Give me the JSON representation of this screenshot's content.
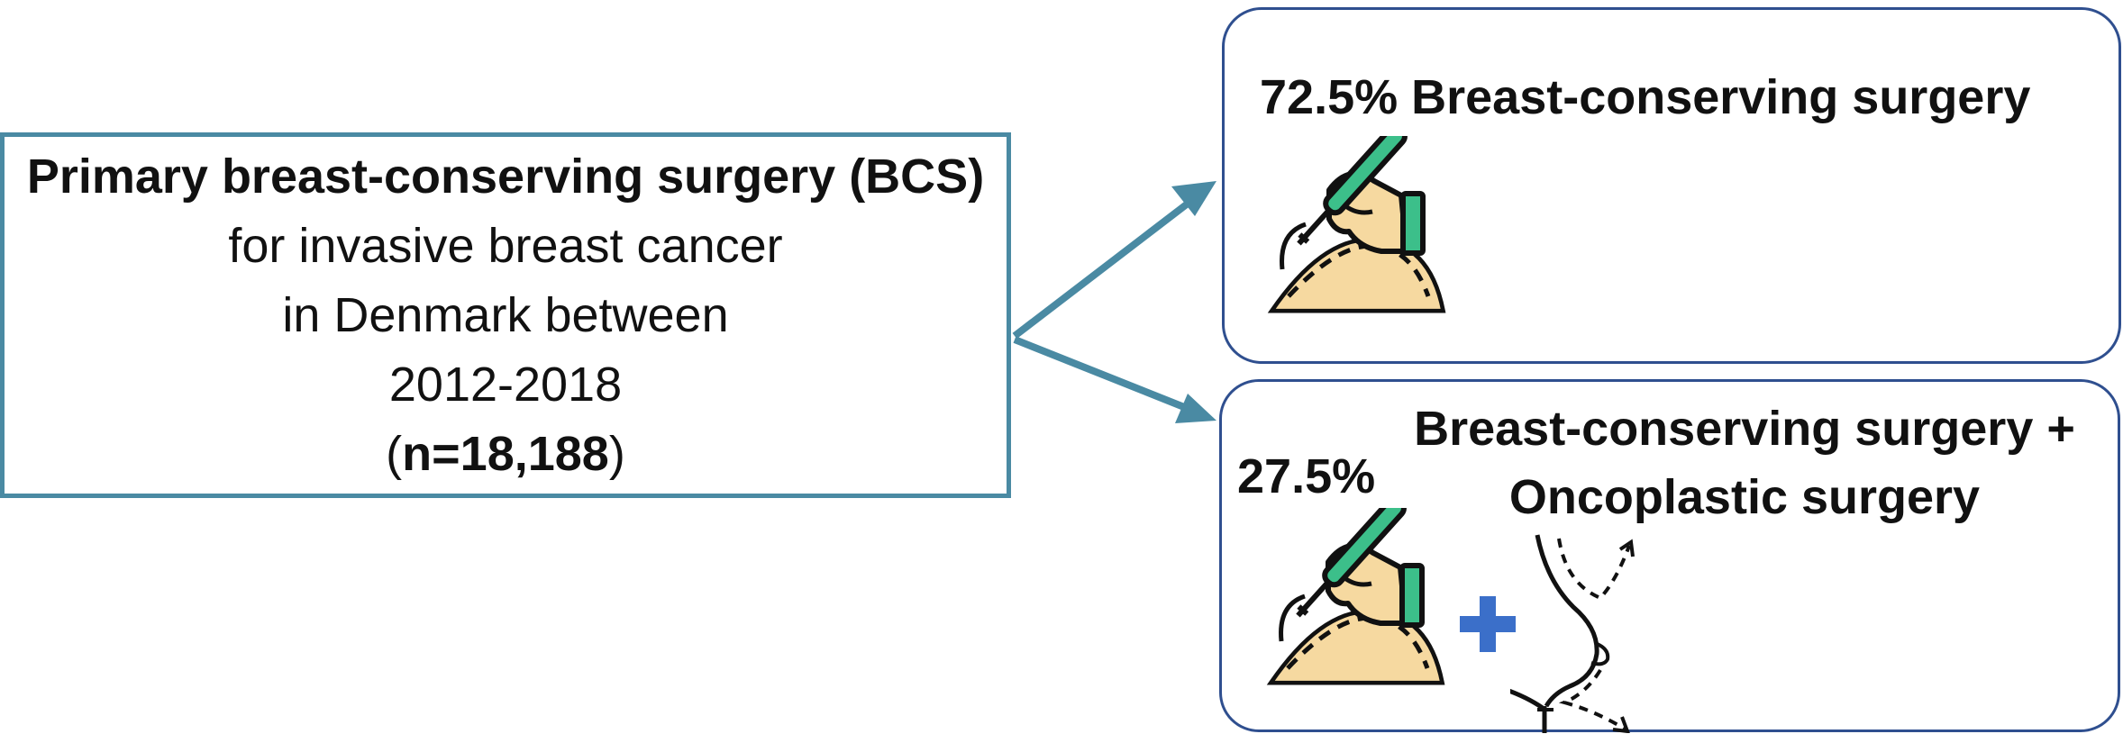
{
  "source": {
    "line1": "Primary breast-conserving surgery (BCS)",
    "line2": "for invasive breast cancer",
    "line3": "in Denmark between",
    "line4": "2012-2018",
    "n_open": "(",
    "n_value": "n=18,188",
    "n_close": ")"
  },
  "outcomes": {
    "top": {
      "title": "72.5% Breast-conserving surgery"
    },
    "bottom": {
      "percentage": "27.5%",
      "label_line1": "Breast-conserving surgery +",
      "label_line2": "Oncoplastic surgery"
    }
  },
  "colors": {
    "arrow": "#4a8aa3",
    "box_border": "#2f4f8f",
    "scalpel_green": "#3cbf8a",
    "skin": "#f6d9a0",
    "plus_blue": "#3b6fc9"
  },
  "icons": [
    "surgery-hand-scalpel-icon",
    "breast-mound-icon",
    "plus-icon",
    "oncoplastic-breast-profile-icon"
  ]
}
